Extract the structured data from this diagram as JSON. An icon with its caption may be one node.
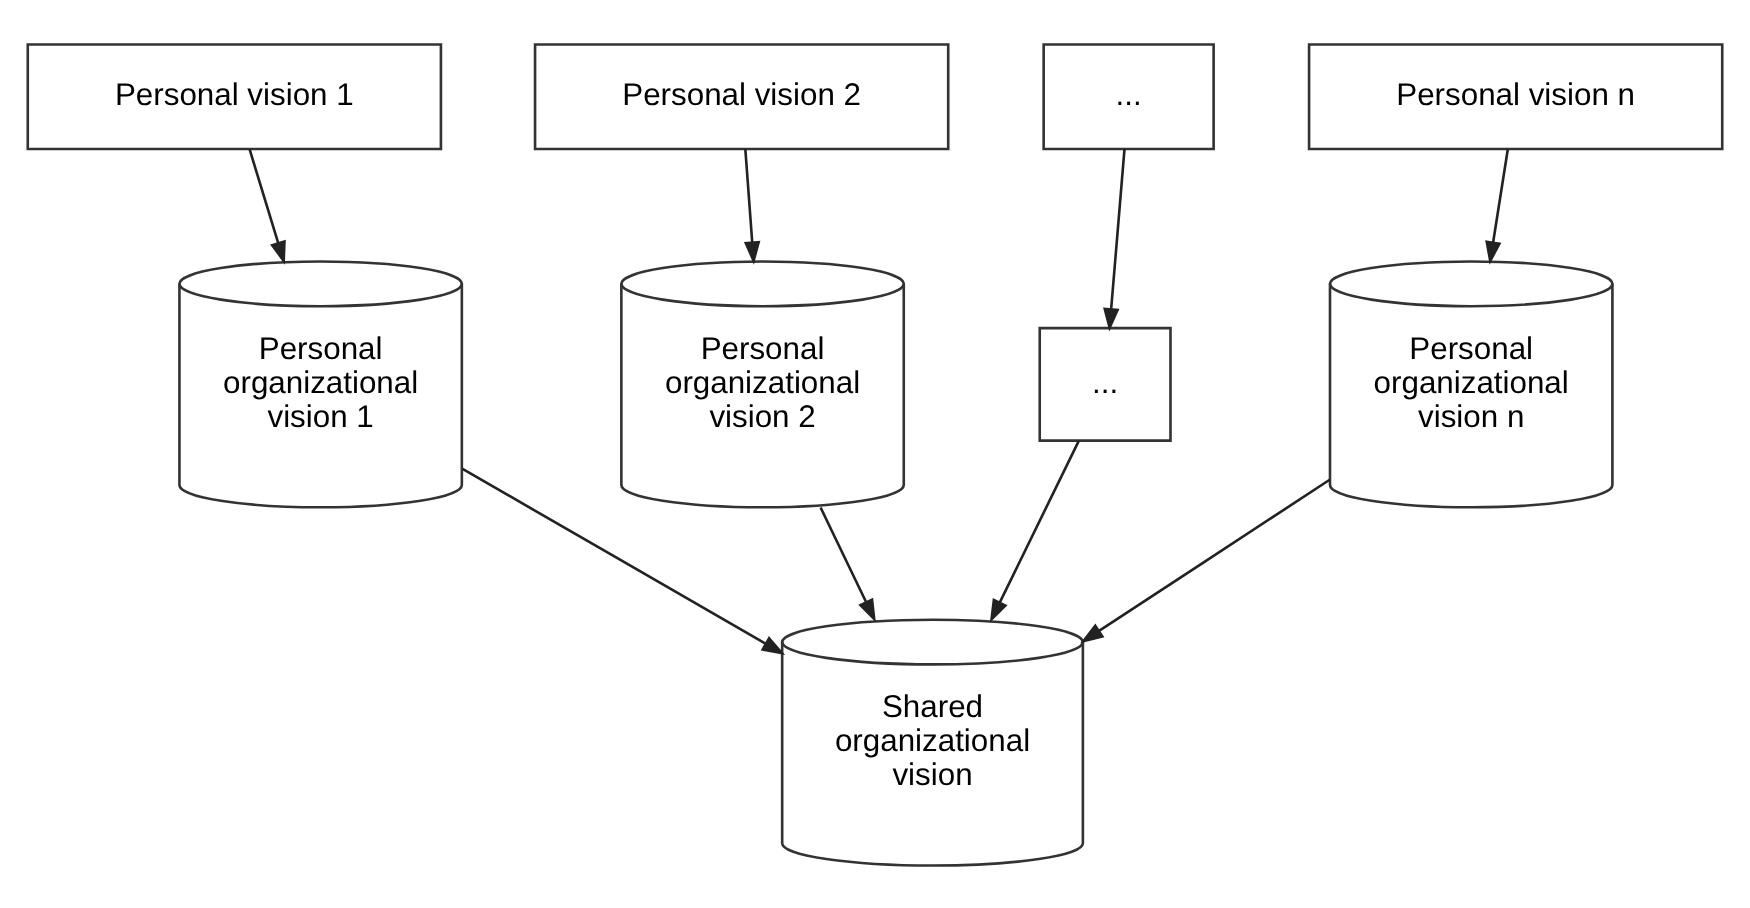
{
  "diagram": {
    "nodes": [
      {
        "text": [
          "Personal vision 1"
        ]
      },
      {
        "text": [
          "Personal vision 2"
        ]
      },
      {
        "text": [
          "..."
        ]
      },
      {
        "text": [
          "Personal vision n"
        ]
      },
      {
        "text": [
          "Personal organizational vision 1"
        ]
      },
      {
        "text": [
          "Personal organizational vision 2"
        ]
      },
      {
        "text": [
          "..."
        ]
      },
      {
        "text": [
          "Personal organizational vision n"
        ]
      },
      {
        "text": [
          "Shared organizational vision"
        ]
      }
    ],
    "edges": [
      {
        "from": 0,
        "to": 4,
        "arrow": "to"
      },
      {
        "from": 1,
        "to": 5,
        "arrow": "to"
      },
      {
        "from": 2,
        "to": 6,
        "arrow": "to"
      },
      {
        "from": 3,
        "to": 7,
        "arrow": "to"
      },
      {
        "from": 4,
        "to": 8,
        "arrow": "to"
      },
      {
        "from": 5,
        "to": 8,
        "arrow": "to"
      },
      {
        "from": 6,
        "to": 8,
        "arrow": "to"
      },
      {
        "from": 7,
        "to": 8,
        "arrow": "to"
      }
    ]
  }
}
